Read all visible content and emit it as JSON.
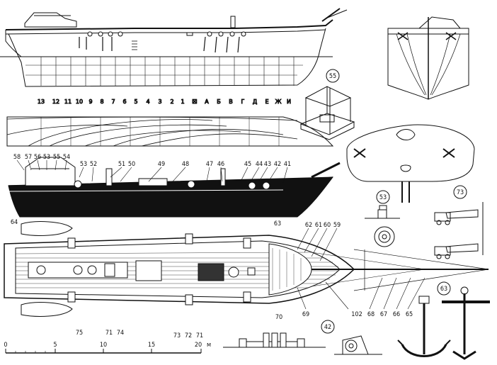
{
  "station_labels": [
    "13",
    "12",
    "11",
    "10",
    "9",
    "8",
    "7",
    "6",
    "5",
    "4",
    "3",
    "2",
    "1",
    "☒",
    "А",
    "Б",
    "В",
    "Г",
    "Д",
    "Е",
    "Ж",
    "И"
  ],
  "callouts_side": [
    "58",
    "57",
    "56",
    "53",
    "55",
    "54",
    "53",
    "52",
    "51",
    "50",
    "49",
    "48",
    "47",
    "46",
    "45",
    "44",
    "43",
    "42",
    "41",
    "64"
  ],
  "callouts_deck_right": [
    "63",
    "62",
    "61",
    "60",
    "59",
    "69",
    "70",
    "102",
    "68",
    "67",
    "66",
    "65"
  ],
  "callouts_deck_bottom": [
    "75",
    "71",
    "74",
    "73",
    "72",
    "71"
  ],
  "circled_labels": [
    "55",
    "53",
    "73",
    "42",
    "63"
  ],
  "scale": {
    "ticks": [
      "0",
      "5",
      "10",
      "15",
      "20"
    ],
    "unit": "м"
  }
}
